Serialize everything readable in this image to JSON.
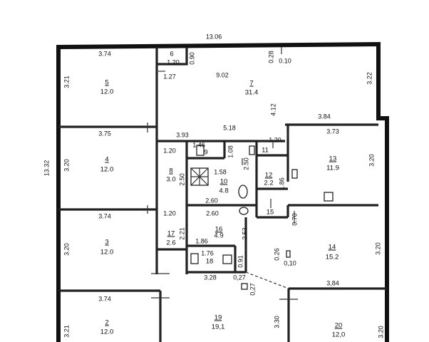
{
  "dims": {
    "top_total": "13.06",
    "left_total": "13.32",
    "r5_w": "3.74",
    "r5_h": "3.21",
    "r6_w": "1.20",
    "r6_h": "0.90",
    "r7_left": "1.27",
    "r7_w": "9.02",
    "r7_nib1": "0.28",
    "r7_nib2": "0.10",
    "r7_right": "3.22",
    "r7_mid": "4.12",
    "r7_bot": "5.18",
    "r7_r": "3.84",
    "r4_w": "3.75",
    "r4_h": "3.20",
    "c_top": "3.93",
    "r8_w": "1.20",
    "r8_h": "2.50",
    "r9_w": "1.46",
    "r9_h": "1.08",
    "r11": "1.20",
    "r13_w": "3.73",
    "r13_h": "3.20",
    "r10_w": "1.58",
    "r10_h": "2.50",
    "r10_b": "2.60",
    "r12_h": "1.86",
    "r3_w": "3.74",
    "r3_h": "3.20",
    "r17_w": "1.20",
    "r17_h": "2.21",
    "r16_w": "2.60",
    "r16_h": "2.53",
    "r16_b": "1.86",
    "r15": "0.70",
    "r14_h": "3.20",
    "r14_n1": "0.26",
    "r14_n2": "0,10",
    "r18_w": "1.76",
    "r18_h": "0.91",
    "r18_b": "3.28",
    "c_n1": "0,27",
    "c_n2": "0,27",
    "r20_w": "3,84",
    "r2_w": "3.74",
    "r2_h": "3.21",
    "r19_h": "3.30",
    "r20_h": "3.20"
  },
  "rooms": {
    "r5": {
      "no": "5",
      "area": "12.0"
    },
    "r6": {
      "no": "6"
    },
    "r7": {
      "no": "7",
      "area": "31.4"
    },
    "r4": {
      "no": "4",
      "area": "12.0"
    },
    "r8": {
      "no": "8",
      "area": "3.0"
    },
    "r9": {
      "no": "9"
    },
    "r10": {
      "no": "10",
      "area": "4.8"
    },
    "r11": {
      "no": "11"
    },
    "r12": {
      "no": "12",
      "area": "2.2"
    },
    "r13": {
      "no": "13",
      "area": "11.9"
    },
    "r3": {
      "no": "3",
      "area": "12.0"
    },
    "r17": {
      "no": "17",
      "area": "2.6"
    },
    "r16": {
      "no": "16",
      "area": "4.9"
    },
    "r15": {
      "no": "15"
    },
    "r14": {
      "no": "14",
      "area": "15.2"
    },
    "r18": {
      "no": "18"
    },
    "r2": {
      "no": "2",
      "area": "12.0"
    },
    "r19": {
      "no": "19",
      "area": "19,1"
    },
    "r20": {
      "no": "20",
      "area": "12,0"
    }
  }
}
